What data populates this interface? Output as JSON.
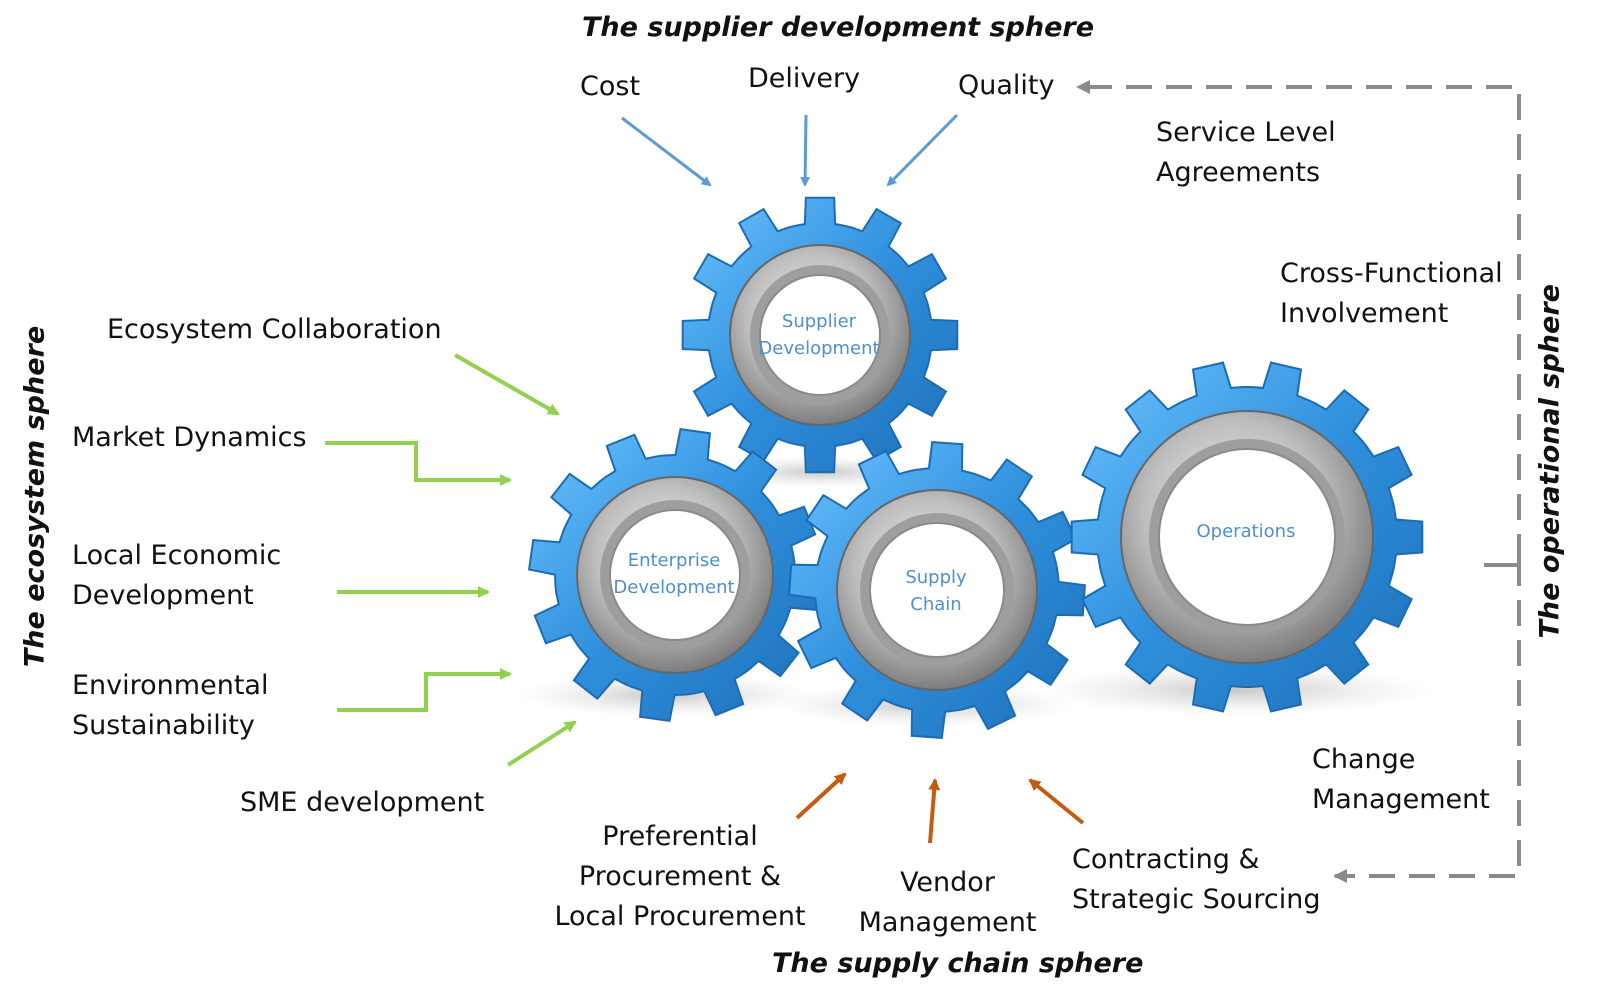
{
  "spheres": {
    "top": "The supplier development sphere",
    "bottom": "The supply chain sphere",
    "left": "The ecosystem sphere",
    "right": "The operational sphere"
  },
  "top_labels": {
    "cost": "Cost",
    "delivery": "Delivery",
    "quality": "Quality"
  },
  "right_labels": {
    "sla_1": "Service Level",
    "sla_2": "Agreements",
    "cfi_1": "Cross-Functional",
    "cfi_2": "Involvement",
    "cm_1": "Change",
    "cm_2": "Management"
  },
  "left_labels": {
    "eco": "Ecosystem Collaboration",
    "market": "Market Dynamics",
    "led_1": "Local Economic",
    "led_2": "Development",
    "env_1": "Environmental",
    "env_2": "Sustainability",
    "sme": "SME development"
  },
  "bottom_labels": {
    "pp_1": "Preferential",
    "pp_2": "Procurement &",
    "pp_3": "Local Procurement",
    "vm_1": "Vendor",
    "vm_2": "Management",
    "cs_1": "Contracting &",
    "cs_2": "Strategic Sourcing"
  },
  "gears": {
    "supplier_1": "Supplier",
    "supplier_2": "Development",
    "enterprise_1": "Enterprise",
    "enterprise_2": "Development",
    "supply_1": "Supply",
    "supply_2": "Chain",
    "operations": "Operations"
  },
  "colors": {
    "gear_blue": "#2f8fdc",
    "gear_label": "#4f8fcf",
    "arrow_blue": "#5b9bd5",
    "arrow_green": "#92d050",
    "arrow_orange": "#c55a11",
    "dashed_gray": "#8a8a8a"
  }
}
